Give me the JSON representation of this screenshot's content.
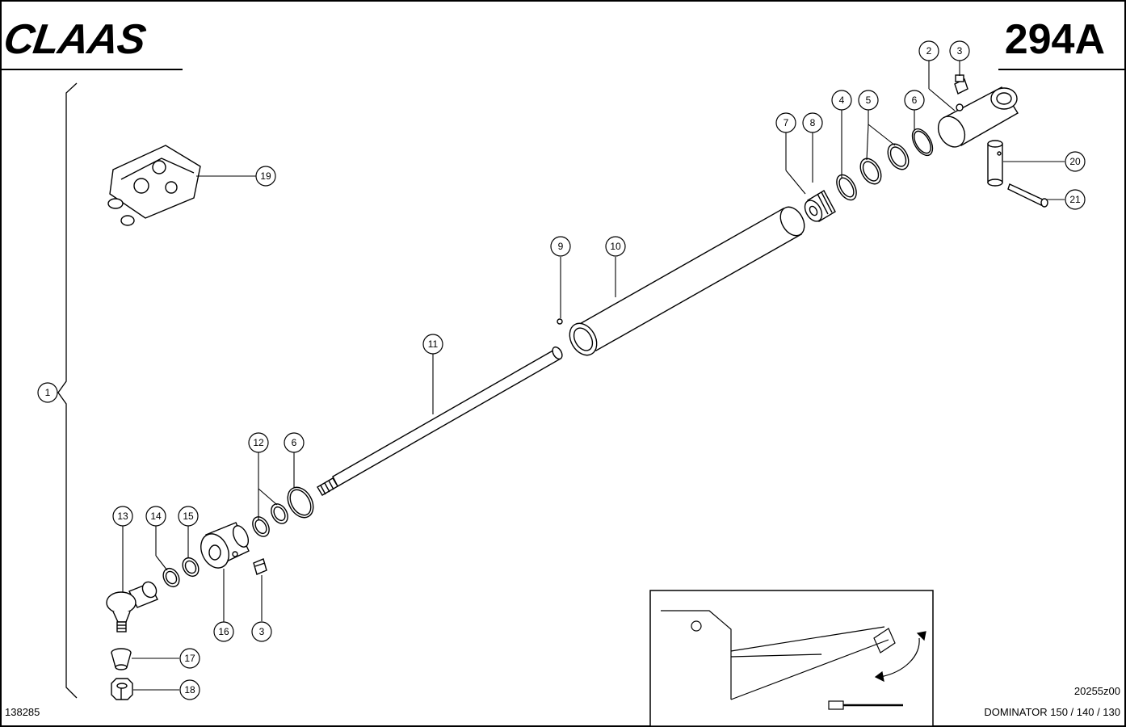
{
  "header": {
    "brand": "CLAAS",
    "page_number": "294A"
  },
  "footer": {
    "left_code": "138285",
    "drawing_code": "20255z00",
    "model": "DOMINATOR 150 / 140 / 130"
  },
  "callouts": [
    {
      "label": "1"
    },
    {
      "label": "2"
    },
    {
      "label": "3"
    },
    {
      "label": "3"
    },
    {
      "label": "4"
    },
    {
      "label": "5"
    },
    {
      "label": "6"
    },
    {
      "label": "6"
    },
    {
      "label": "7"
    },
    {
      "label": "8"
    },
    {
      "label": "9"
    },
    {
      "label": "10"
    },
    {
      "label": "11"
    },
    {
      "label": "12"
    },
    {
      "label": "13"
    },
    {
      "label": "14"
    },
    {
      "label": "15"
    },
    {
      "label": "16"
    },
    {
      "label": "17"
    },
    {
      "label": "18"
    },
    {
      "label": "19"
    },
    {
      "label": "20"
    },
    {
      "label": "21"
    }
  ]
}
